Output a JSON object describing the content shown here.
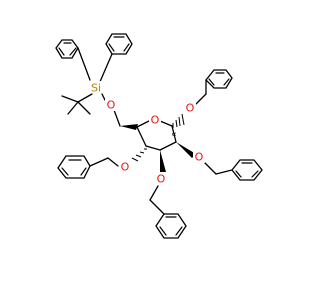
{
  "atoms": {
    "silicon": "Si",
    "ring_oxygen": "O",
    "silyl_ether_oxygen": "O",
    "anomeric_oxygen": "O",
    "c2_oxygen": "O",
    "c3_oxygen": "O",
    "c4_oxygen": "O"
  },
  "stereo": {
    "c1": "α"
  },
  "colors": {
    "bond": "#000000",
    "oxygen": "#e8170f",
    "silicon": "#b8860b"
  }
}
